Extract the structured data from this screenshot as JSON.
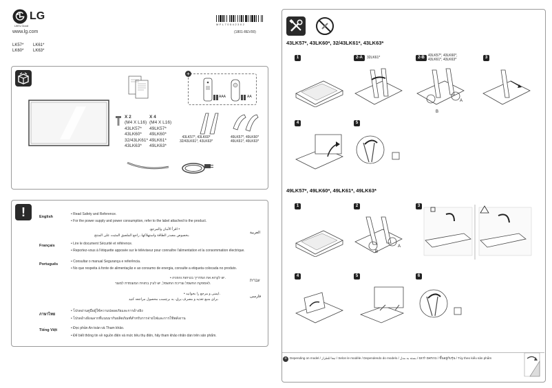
{
  "brand": {
    "logo_text": "LG",
    "tagline": "Life's Good",
    "website": "www.lg.com"
  },
  "models_header": {
    "col1": [
      "LK57*",
      "LK60*"
    ],
    "col2": [
      "LK61*",
      "LK63*"
    ]
  },
  "barcode": {
    "code": "MFL70542302",
    "rev": "(1801-REV00)"
  },
  "accessories": {
    "screw_qty_a": "X 2",
    "screw_spec_a": "(M4 X L16)",
    "screw_models_a": [
      "43LK57*",
      "43LK60*",
      "32/43LK61*",
      "43LK63*"
    ],
    "screw_qty_b": "X 4",
    "screw_spec_b": "(M4 X L16)",
    "screw_models_b": [
      "49LK57*",
      "49LK60*",
      "49LK61*",
      "49LK63*"
    ],
    "battery_aaa": "AAA",
    "battery_aa": "AA",
    "stand_a_models": "43LK57*, 43LK60*\n32/43LK61*, 43LK63*",
    "stand_b_models": "49LK57*, 49LK60*\n49LK61*, 49LK63*"
  },
  "safety": {
    "entries": [
      {
        "lang": "English",
        "lines": [
          "• Read Safety and Reference.",
          "• For the power supply and power consumption, refer to the label attached to the product."
        ]
      },
      {
        "lang": "Français",
        "lines": [
          "• Lire le document Sécurité et référence.",
          "• Reportez-vous à l'étiquette apposée sur le téléviseur pour connaître l'alimentation et la consommation électrique."
        ]
      },
      {
        "lang": "Português",
        "lines": [
          "• Consultar o manual Segurança e referência.",
          "• No que respeita à fonte de alimentação e ao consumo de energia, consulte a etiqueta colocada no produto."
        ]
      },
      {
        "lang": "ภาษาไทย",
        "lines": [
          "• โปรดอ่านคู่มือผู้ใช้ความปลอดภัยและการอ้างอิง",
          "• โปรดอ้างอิงฉลากที่แนบมากับผลิตภัณฑ์สำหรับการจ่ายไฟและการใช้พลังงาน"
        ]
      },
      {
        "lang": "Tiếng Việt",
        "lines": [
          "• Đọc phần An toàn và Tham khảo.",
          "• Để biết thông tin về nguồn điện và mức tiêu thụ điện, hãy tham khảo nhãn dán trên sản phẩm."
        ]
      }
    ],
    "arabic_label": "العربية",
    "hebrew_label": "עברית",
    "farsi_label": "فارسی"
  },
  "assembly": {
    "section1_title": "43LK57*, 43LK60*, 32/43LK61*, 43LK63*",
    "section1_steps": [
      "1",
      "2-A",
      "2-B",
      "3",
      "4",
      "5"
    ],
    "step2a_note": "32LK61*",
    "step2b_note": "43LK57*, 43LK60*,\n43LK61*, 43LK63*",
    "label_a": "A",
    "label_b": "B",
    "section2_title": "49LK57*, 49LK60*, 49LK61*, 49LK63*",
    "section2_steps": [
      "1",
      "2",
      "3",
      "4",
      "5",
      "6"
    ]
  },
  "footer": {
    "note": "Depending on model / تبعا للطراز / Selon le modèle / Dependendo do modelo / בהתאם לדגם / بسته به مدل / ขึ้นอยู่กับรุ่น / Tùy theo kiểu sản phẩm"
  },
  "colors": {
    "ink": "#222222",
    "panel_border": "#9a9a9a",
    "icon_bg": "#2a2a2a"
  }
}
